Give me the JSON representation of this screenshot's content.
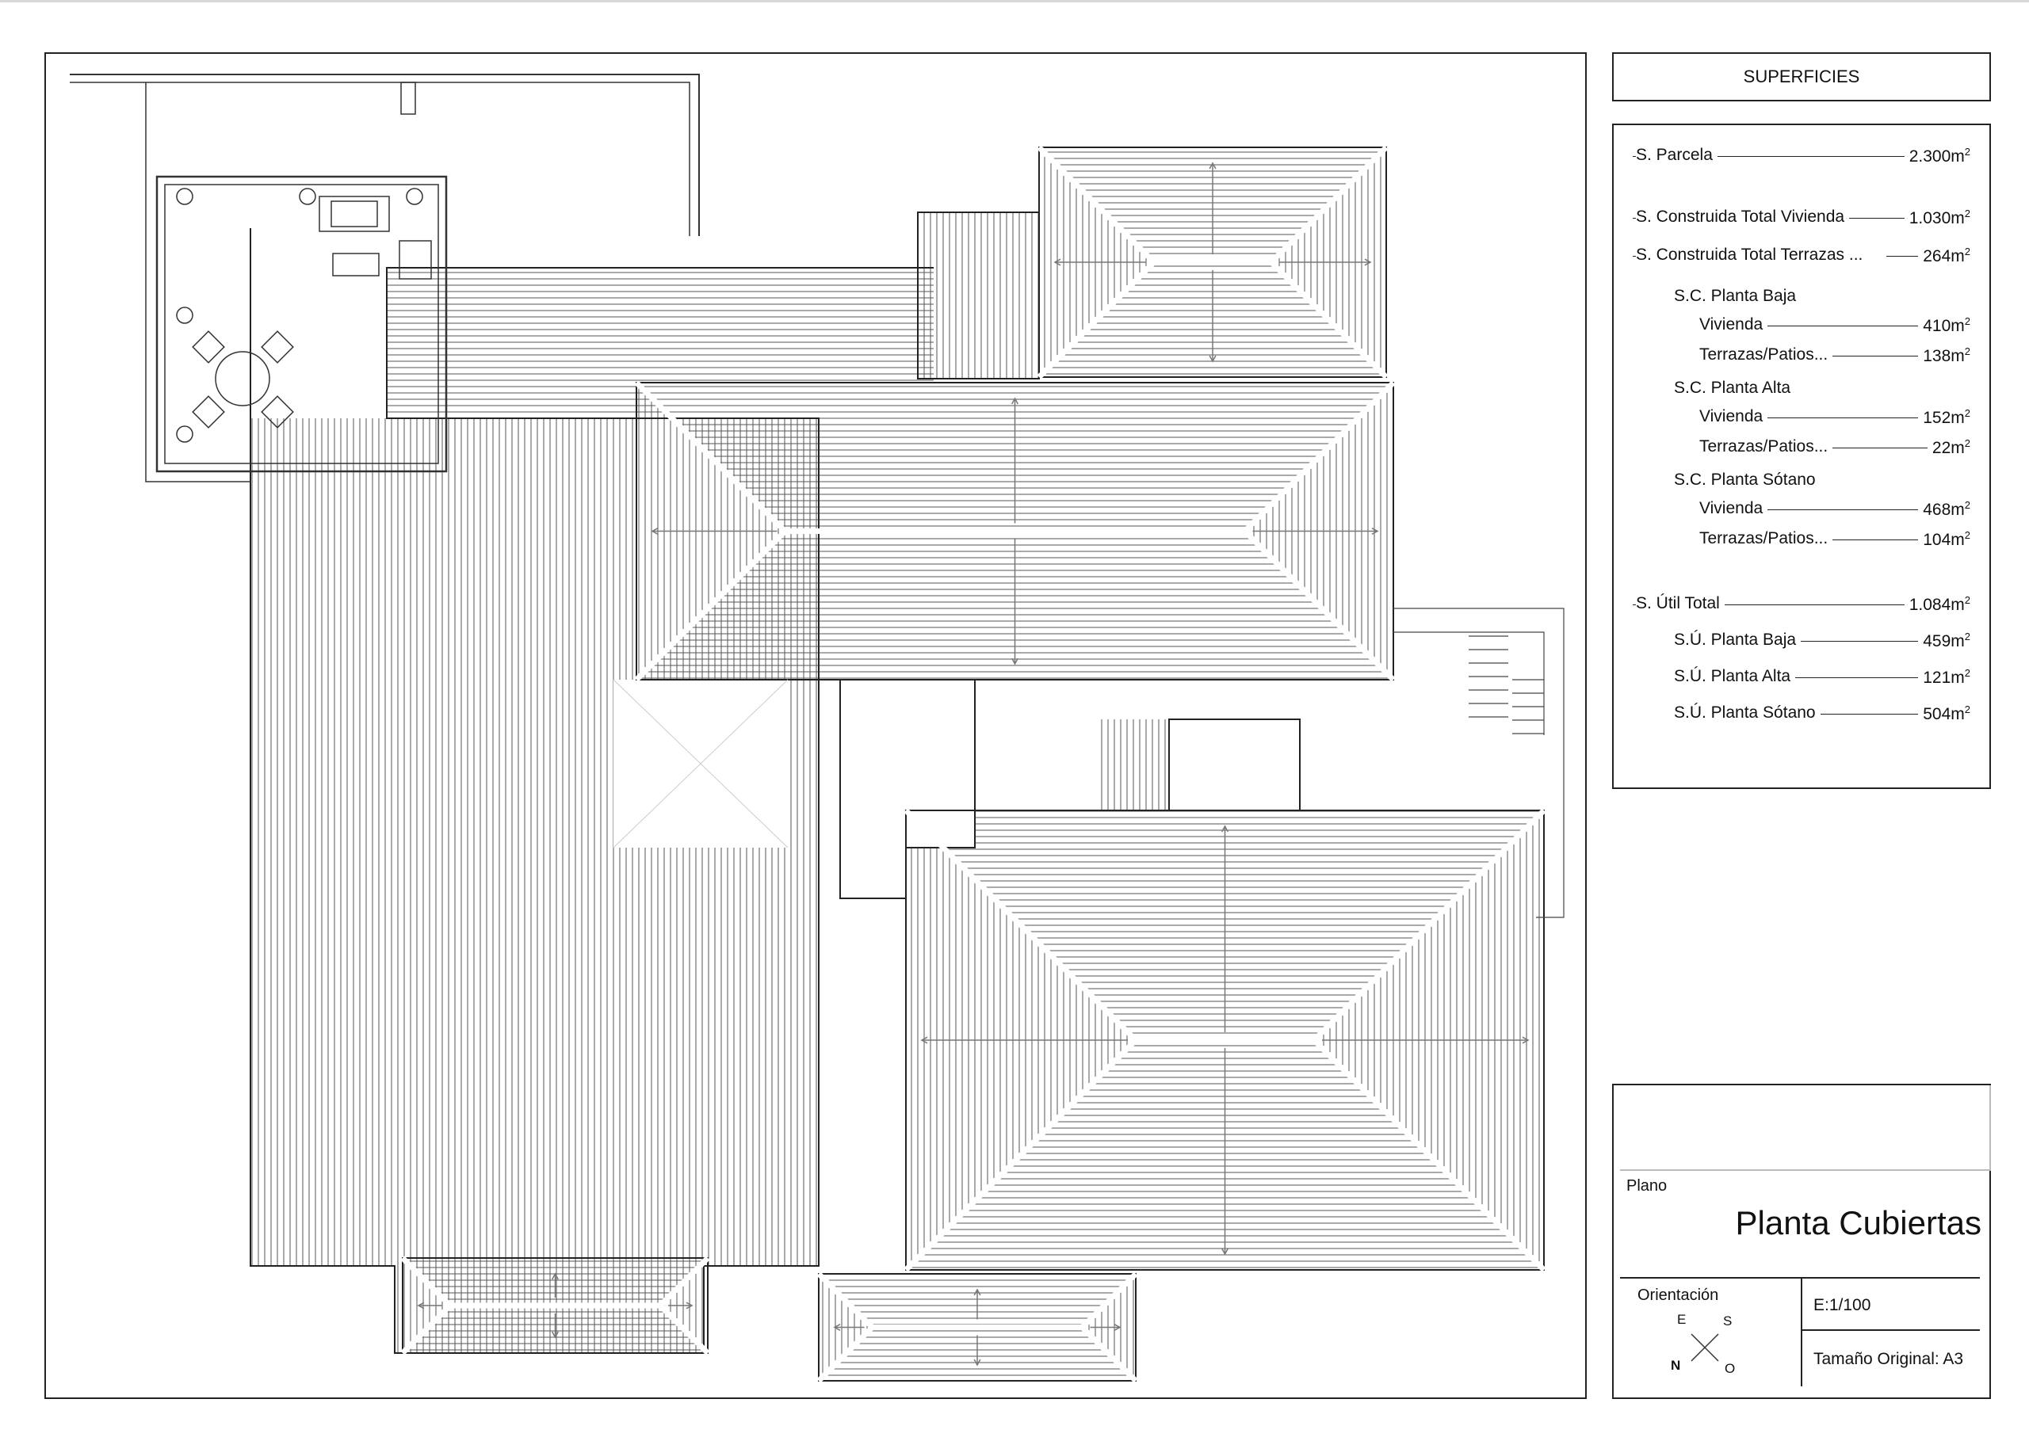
{
  "superficies": {
    "title": "SUPERFICIES",
    "parcela": {
      "label": "S. Parcela",
      "value": "2.300m",
      "unit_sup": "2"
    },
    "construida_vivienda": {
      "label": "S. Construida Total Vivienda",
      "value": "1.030m",
      "unit_sup": "2"
    },
    "construida_terrazas": {
      "label": "S. Construida Total Terrazas ...",
      "value": "264m",
      "unit_sup": "2"
    },
    "planta_baja": {
      "heading": "S.C. Planta Baja",
      "vivienda": {
        "label": "Vivienda",
        "value": "410m",
        "unit_sup": "2"
      },
      "terrazas": {
        "label": "Terrazas/Patios...",
        "value": "138m",
        "unit_sup": "2"
      }
    },
    "planta_alta": {
      "heading": "S.C. Planta Alta",
      "vivienda": {
        "label": "Vivienda",
        "value": "152m",
        "unit_sup": "2"
      },
      "terrazas": {
        "label": "Terrazas/Patios...",
        "value": "22m",
        "unit_sup": "2"
      }
    },
    "planta_sotano": {
      "heading": "S.C. Planta Sótano",
      "vivienda": {
        "label": "Vivienda",
        "value": "468m",
        "unit_sup": "2"
      },
      "terrazas": {
        "label": "Terrazas/Patios...",
        "value": "104m",
        "unit_sup": "2"
      }
    },
    "util_total": {
      "label": "S. Útil Total",
      "value": "1.084m",
      "unit_sup": "2"
    },
    "util_baja": {
      "label": "S.Ú. Planta Baja",
      "value": "459m",
      "unit_sup": "2"
    },
    "util_alta": {
      "label": "S.Ú. Planta Alta",
      "value": "121m",
      "unit_sup": "2"
    },
    "util_sotano": {
      "label": "S.Ú. Planta Sótano",
      "value": "504m",
      "unit_sup": "2"
    }
  },
  "title_block": {
    "plano_label": "Plano",
    "plano_name": "Planta Cubiertas",
    "orientacion_label": "Orientación",
    "compass": {
      "n": "N",
      "e": "E",
      "s": "S",
      "o": "O"
    },
    "escala": "E:1/100",
    "tamano": "Tamaño Original: A3"
  },
  "colors": {
    "line": "#222222",
    "hatch": "#555555",
    "background": "#ffffff"
  }
}
